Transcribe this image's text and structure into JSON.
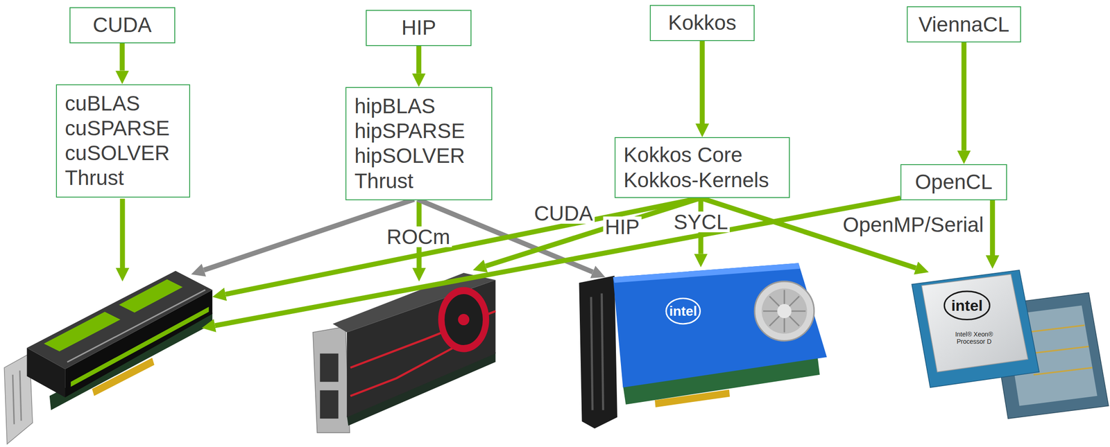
{
  "diagram": {
    "nodes": [
      {
        "text": [
          "CUDA"
        ]
      },
      {
        "text": [
          "cuBLAS",
          "cuSPARSE",
          "cuSOLVER",
          "Thrust"
        ]
      },
      {
        "text": [
          "HIP"
        ]
      },
      {
        "text": [
          "hipBLAS",
          "hipSPARSE",
          "hipSOLVER",
          "Thrust"
        ]
      },
      {
        "text": [
          "Kokkos"
        ]
      },
      {
        "text": [
          "Kokkos Core",
          "Kokkos-Kernels"
        ]
      },
      {
        "text": [
          "ViennaCL"
        ]
      },
      {
        "text": [
          "OpenCL"
        ]
      }
    ],
    "edges": [
      {
        "from": 0,
        "to": 1,
        "arrow": "to"
      },
      {
        "from": 2,
        "to": 3,
        "arrow": "to"
      },
      {
        "from": 4,
        "to": 5,
        "arrow": "to"
      },
      {
        "from": 6,
        "to": 7,
        "arrow": "to"
      }
    ],
    "labels": [
      "CUDA",
      "HIP",
      "SYCL",
      "ROCm",
      "OpenMP/Serial",
      "intel",
      "intel",
      "Intel® Xeon® Processor D"
    ]
  }
}
